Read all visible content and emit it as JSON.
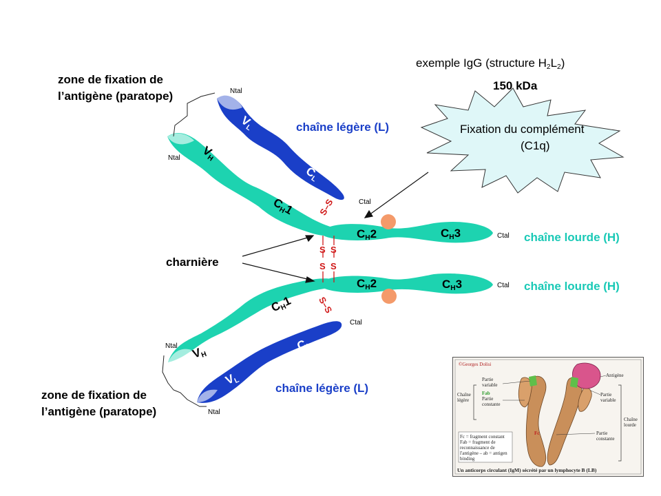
{
  "header": {
    "example": "exemple IgG (structure H",
    "example_sub1": "2",
    "example_mid": "L",
    "example_sub2": "2",
    "example_end": ")",
    "mass": "150 kDa"
  },
  "complement": {
    "line1": "Fixation du complément",
    "line2": "(C1q)"
  },
  "zones": {
    "top": "zone de fixation de l’antigène (paratope)",
    "bottom": "zone de fixation de l’antigène (paratope)"
  },
  "chains": {
    "light_top": "chaîne légère (L)",
    "light_bottom": "chaîne légère (L)",
    "heavy_top": "chaîne lourde (H)",
    "heavy_bottom": "chaîne lourde (H)"
  },
  "hinge": "charnière",
  "termini": {
    "ntal_1": "Ntal",
    "ntal_2": "Ntal",
    "ntal_3": "Ntal",
    "ntal_4": "Ntal",
    "ctal_1": "Ctal",
    "ctal_2": "Ctal",
    "ctal_3": "Ctal",
    "ctal_4": "Ctal"
  },
  "domains": {
    "v": "V",
    "c": "C",
    "sub_l": "L",
    "sub_h": "H",
    "ch1": "1",
    "ch2": "2",
    "ch3": "3"
  },
  "disulfide": {
    "s": "S",
    "dash": "–"
  },
  "inset": {
    "credit": "©Georges Dolisi",
    "partie_variable_1": "Partie variable",
    "fab": "Fab",
    "partie_constante_1": "Partie constante",
    "chaine_legere": "Chaîne légère",
    "antigene": "Antigène",
    "partie_variable_2": "Partie variable",
    "chaine_lourde": "Chaîne lourde",
    "fc": "Fc",
    "partie_constante_2": "Partie constante",
    "legend_1": "Fc = fragment constant",
    "legend_2": "Fab = fragment de",
    "legend_3": "reconnaissance de",
    "legend_4": "l'antigène – ab = antigen",
    "legend_5": "binding",
    "caption": "Un anticorps circulant (IgM) sécrété par un lymphocyte B (LB)"
  },
  "colors": {
    "light_chain": "#1a3fc8",
    "heavy_chain": "#1dd3b0",
    "disulfide": "#d01818",
    "complement_dot": "#f49a6a",
    "burst_fill": "#dff7f8"
  }
}
